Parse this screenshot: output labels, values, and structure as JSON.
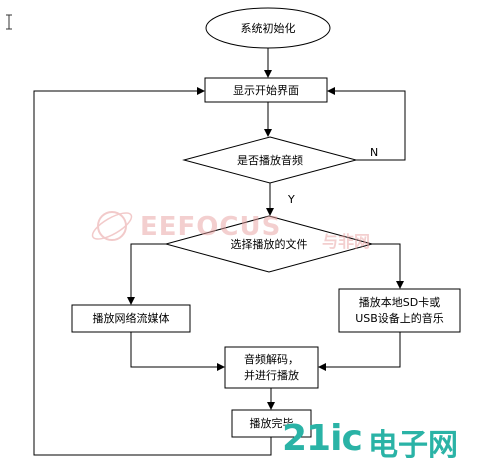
{
  "flowchart": {
    "start": "系统初始化",
    "display_ui": "显示开始界面",
    "decision_play": "是否播放音频",
    "label_no": "N",
    "label_yes": "Y",
    "decision_select": "选择播放的文件",
    "network_stream": "播放网络流媒体",
    "local_play_line1": "播放本地SD卡或",
    "local_play_line2": "USB设备上的音乐",
    "decode_line1": "音频解码，",
    "decode_line2": "并进行播放",
    "finished": "播放完毕"
  },
  "watermarks": {
    "eefocus": "EEFOCUS",
    "eefocus_cn": "与非网",
    "site_main": "21ic",
    "site_cn": "电子网"
  },
  "colors": {
    "line": "#000000",
    "watermark_red": "#e8a0a0",
    "watermark_teal": "#2ab3a6"
  }
}
